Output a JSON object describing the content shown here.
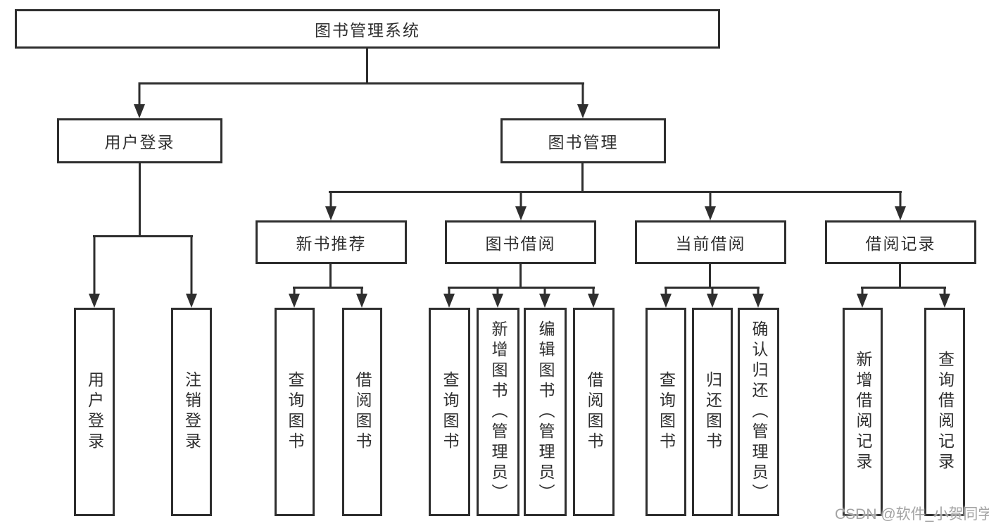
{
  "diagram": {
    "title": "图书管理系统",
    "type": "hierarchy-tree",
    "colors": {
      "line": "#2e2e2e",
      "box_border": "#2e2e2e",
      "box_background": "#ffffff",
      "text": "#2f2f2f",
      "watermark_text": "#a3a3a3"
    }
  },
  "tree": {
    "label": "图书管理系统",
    "children": [
      {
        "label": "用户登录",
        "children": [
          {
            "label": "用户登录"
          },
          {
            "label": "注销登录"
          }
        ]
      },
      {
        "label": "图书管理",
        "children": [
          {
            "label": "新书推荐",
            "children": [
              {
                "label": "查询图书"
              },
              {
                "label": "借阅图书"
              }
            ]
          },
          {
            "label": "图书借阅",
            "children": [
              {
                "label": "查询图书"
              },
              {
                "label": "新增图书（管理员）"
              },
              {
                "label": "编辑图书（管理员）"
              },
              {
                "label": "借阅图书"
              }
            ]
          },
          {
            "label": "当前借阅",
            "children": [
              {
                "label": "查询图书"
              },
              {
                "label": "归还图书"
              },
              {
                "label": "确认归还（管理员）"
              }
            ]
          },
          {
            "label": "借阅记录",
            "children": [
              {
                "label": "新增借阅记录"
              },
              {
                "label": "查询借阅记录"
              }
            ]
          }
        ]
      }
    ]
  },
  "watermark": {
    "text": "CSDN @软件_小贺同学"
  }
}
